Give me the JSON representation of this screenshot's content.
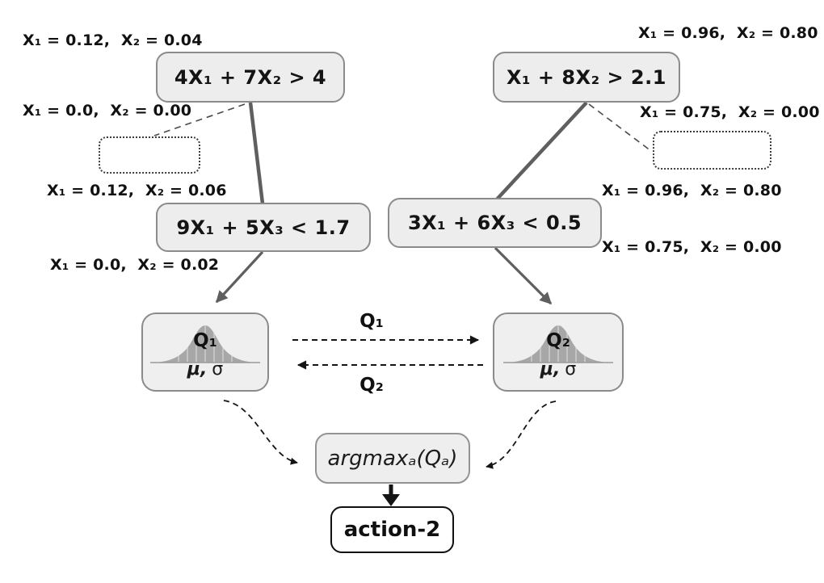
{
  "diagram": {
    "left_tree": {
      "root_label": "4X₁ + 7X₂ > 4",
      "root_annotation_top": "X₁ = 0.12,  X₂ = 0.04",
      "root_annotation_side": "X₁ = 0.0,  X₂ = 0.00",
      "child_label": "9X₁ + 5X₃ < 1.7",
      "child_annotation_top": "X₁ = 0.12,  X₂ = 0.06",
      "child_annotation_side": "X₁ = 0.0,  X₂ = 0.02",
      "q_label": "Q₁",
      "q_param_mu": "μ,",
      "q_param_sigma": "σ"
    },
    "right_tree": {
      "root_label": "X₁ + 8X₂ > 2.1",
      "root_annotation_top": "X₁ = 0.96,  X₂ = 0.80",
      "root_annotation_side": "X₁ = 0.75,  X₂ = 0.00",
      "child_label": "3X₁ + 6X₃ < 0.5",
      "child_annotation_top": "X₁ = 0.96,  X₂ = 0.80",
      "child_annotation_side": "X₁ = 0.75,  X₂ = 0.00",
      "q_label": "Q₂",
      "q_param_mu": "μ,",
      "q_param_sigma": "σ"
    },
    "exchange": {
      "to_right_label": "Q₁",
      "to_left_label": "Q₂"
    },
    "decision": {
      "argmax_label": "argmaxₐ(Qₐ)",
      "action_label": "action-2"
    },
    "colors": {
      "node_fill": "#ededed",
      "node_border": "#8b8b8b",
      "edge_gray": "#5f5f5f",
      "dashed_black": "#141414",
      "gaussian_fill": "#a7a7a7",
      "action_border": "#101010",
      "background": "#ffffff"
    }
  }
}
